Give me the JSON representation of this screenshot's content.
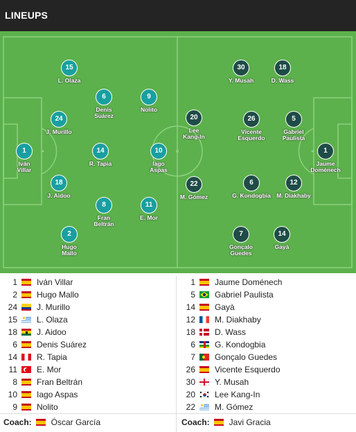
{
  "header": {
    "title": "LINEUPS"
  },
  "pitch_players": {
    "home": [
      {
        "num": "1",
        "name": "Iván\nVillar"
      },
      {
        "num": "24",
        "name": "J. Murillo"
      },
      {
        "num": "18",
        "name": "J. Aidoo"
      },
      {
        "num": "15",
        "name": "L. Olaza"
      },
      {
        "num": "2",
        "name": "Hugo\nMallo"
      },
      {
        "num": "6",
        "name": "Denis\nSuárez"
      },
      {
        "num": "14",
        "name": "R. Tapia"
      },
      {
        "num": "8",
        "name": "Fran\nBeltrán"
      },
      {
        "num": "9",
        "name": "Nolito"
      },
      {
        "num": "10",
        "name": "Iago\nAspas"
      },
      {
        "num": "11",
        "name": "E. Mor"
      }
    ],
    "away": [
      {
        "num": "1",
        "name": "Jaume\nDoménech"
      },
      {
        "num": "18",
        "name": "D. Wass"
      },
      {
        "num": "5",
        "name": "Gabriel\nPaulista"
      },
      {
        "num": "12",
        "name": "M. Diakhaby"
      },
      {
        "num": "14",
        "name": "Gayà"
      },
      {
        "num": "30",
        "name": "Y. Musah"
      },
      {
        "num": "26",
        "name": "Vicente\nEsquerdo"
      },
      {
        "num": "6",
        "name": "G. Kondogbia"
      },
      {
        "num": "7",
        "name": "Gonçalo\nGuedes"
      },
      {
        "num": "20",
        "name": "Lee\nKang-In"
      },
      {
        "num": "22",
        "name": "M. Gómez"
      }
    ]
  },
  "home_list": [
    {
      "num": "1",
      "flag": "spain",
      "name": "Iván Villar"
    },
    {
      "num": "2",
      "flag": "spain",
      "name": "Hugo Mallo"
    },
    {
      "num": "24",
      "flag": "colombia",
      "name": "J. Murillo"
    },
    {
      "num": "15",
      "flag": "uruguay",
      "name": "L. Olaza"
    },
    {
      "num": "18",
      "flag": "ghana",
      "name": "J. Aidoo"
    },
    {
      "num": "6",
      "flag": "spain",
      "name": "Denis Suárez"
    },
    {
      "num": "14",
      "flag": "peru",
      "name": "R. Tapia"
    },
    {
      "num": "11",
      "flag": "turkey",
      "name": "E. Mor"
    },
    {
      "num": "8",
      "flag": "spain",
      "name": "Fran Beltrán"
    },
    {
      "num": "10",
      "flag": "spain",
      "name": "Iago Aspas"
    },
    {
      "num": "9",
      "flag": "spain",
      "name": "Nolito"
    }
  ],
  "away_list": [
    {
      "num": "1",
      "flag": "spain",
      "name": "Jaume Doménech"
    },
    {
      "num": "5",
      "flag": "brazil",
      "name": "Gabriel Paulista"
    },
    {
      "num": "14",
      "flag": "spain",
      "name": "Gayà"
    },
    {
      "num": "12",
      "flag": "france",
      "name": "M. Diakhaby"
    },
    {
      "num": "18",
      "flag": "denmark",
      "name": "D. Wass"
    },
    {
      "num": "6",
      "flag": "central-african-republic",
      "name": "G. Kondogbia"
    },
    {
      "num": "7",
      "flag": "portugal",
      "name": "Gonçalo Guedes"
    },
    {
      "num": "26",
      "flag": "spain",
      "name": "Vicente Esquerdo"
    },
    {
      "num": "30",
      "flag": "england",
      "name": "Y. Musah"
    },
    {
      "num": "20",
      "flag": "south-korea",
      "name": "Lee Kang-In"
    },
    {
      "num": "22",
      "flag": "uruguay",
      "name": "M. Gómez"
    }
  ],
  "coaches": {
    "label": "Coach:",
    "home": {
      "flag": "spain",
      "name": "Óscar García"
    },
    "away": {
      "flag": "spain",
      "name": "Javi Gracia"
    }
  },
  "colors": {
    "pitch": "#5cb14c",
    "home_badge": "#1a9fa0",
    "away_badge": "#1f4c47",
    "header": "#242424"
  }
}
